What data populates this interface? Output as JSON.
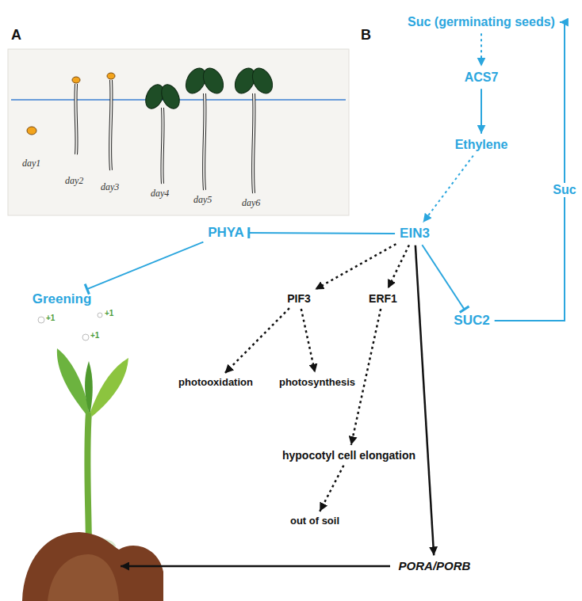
{
  "diagram": {
    "nodes": [
      {
        "text": [
          "Suc (germinating seeds)"
        ]
      },
      {
        "text": [
          "ACS7"
        ]
      },
      {
        "text": [
          "Ethylene"
        ]
      },
      {
        "text": [
          "PHYA"
        ]
      },
      {
        "text": [
          "EIN3"
        ]
      },
      {
        "text": [
          "Greening"
        ]
      },
      {
        "text": [
          "PIF3"
        ]
      },
      {
        "text": [
          "ERF1"
        ]
      },
      {
        "text": [
          "SUC2"
        ]
      },
      {
        "text": [
          "photooxidation"
        ]
      },
      {
        "text": [
          "photosynthesis"
        ]
      },
      {
        "text": [
          "hypocotyl cell elongation"
        ]
      },
      {
        "text": [
          "out of soil"
        ]
      },
      {
        "text": [
          "PORA/PORB"
        ]
      }
    ],
    "edges": [
      {
        "from": 0,
        "to": 1,
        "arrow": "to"
      },
      {
        "from": 1,
        "to": 2,
        "arrow": "to"
      },
      {
        "from": 2,
        "to": 4,
        "arrow": "to"
      },
      {
        "from": 4,
        "to": 3,
        "arrow": "to"
      },
      {
        "from": 3,
        "to": 5,
        "arrow": "to"
      },
      {
        "from": 4,
        "to": 6,
        "arrow": "to"
      },
      {
        "from": 4,
        "to": 7,
        "arrow": "to"
      },
      {
        "from": 4,
        "to": 8,
        "arrow": "to"
      },
      {
        "from": 8,
        "to": 0,
        "label": "Suc",
        "arrow": "to"
      },
      {
        "from": 6,
        "to": 9,
        "arrow": "to"
      },
      {
        "from": 6,
        "to": 10,
        "arrow": "to"
      },
      {
        "from": 7,
        "to": 11,
        "arrow": "to"
      },
      {
        "from": 11,
        "to": 12,
        "arrow": "to"
      },
      {
        "from": 4,
        "to": 13,
        "arrow": "to"
      }
    ],
    "labels": [
      "A",
      "B",
      "day1",
      "day2",
      "day3",
      "day4",
      "day5",
      "day6",
      "+1",
      "+1",
      "+1"
    ]
  }
}
